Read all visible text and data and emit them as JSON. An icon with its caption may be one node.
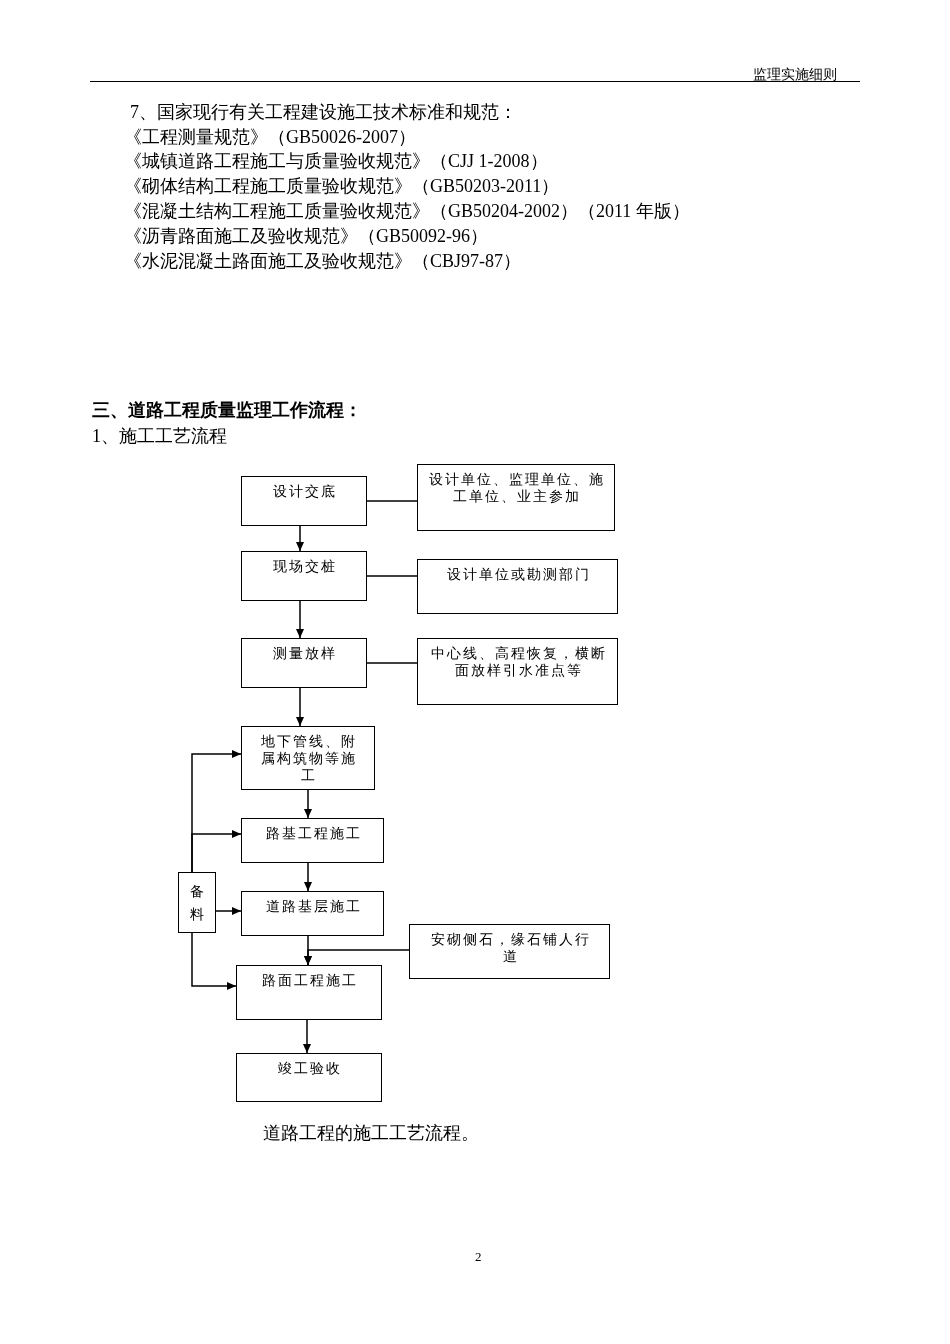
{
  "diagram": {
    "title": "三、道路工程质量监理工作流程：",
    "caption": "道路工程的施工工艺流程。",
    "nodes": [
      {
        "text": [
          "设计交底"
        ]
      },
      {
        "text": [
          "设计单位、监理单位、施工单位、业主参加"
        ]
      },
      {
        "text": [
          "现场交桩"
        ]
      },
      {
        "text": [
          "设计单位或勘测部门"
        ]
      },
      {
        "text": [
          "测量放样"
        ]
      },
      {
        "text": [
          "中心线、高程恢复，横断面放样引水准点等"
        ]
      },
      {
        "text": [
          "地下管线、附属构筑物等施工"
        ]
      },
      {
        "text": [
          "路基工程施工"
        ]
      },
      {
        "text": [
          "备料"
        ]
      },
      {
        "text": [
          "道路基层施工"
        ]
      },
      {
        "text": [
          "安砌侧石，缘石铺人行道"
        ]
      },
      {
        "text": [
          "路面工程施工"
        ]
      },
      {
        "text": [
          "竣工验收"
        ]
      }
    ],
    "edges": [
      {
        "from": 0,
        "to": 2,
        "arrow": "to"
      },
      {
        "from": 0,
        "to": 1,
        "arrow": "none"
      },
      {
        "from": 2,
        "to": 4,
        "arrow": "to"
      },
      {
        "from": 2,
        "to": 3,
        "arrow": "none"
      },
      {
        "from": 4,
        "to": 6,
        "arrow": "to"
      },
      {
        "from": 4,
        "to": 5,
        "arrow": "none"
      },
      {
        "from": 6,
        "to": 7,
        "arrow": "to"
      },
      {
        "from": 7,
        "to": 9,
        "arrow": "to"
      },
      {
        "from": 9,
        "to": 11,
        "arrow": "to"
      },
      {
        "from": 10,
        "to": 11,
        "arrow": "to"
      },
      {
        "from": 11,
        "to": 12,
        "arrow": "to"
      },
      {
        "from": 8,
        "to": 6,
        "arrow": "to"
      },
      {
        "from": 8,
        "to": 7,
        "arrow": "to"
      },
      {
        "from": 8,
        "to": 9,
        "arrow": "to"
      },
      {
        "from": 8,
        "to": 11,
        "arrow": "to"
      }
    ],
    "labels": [
      "监理实施细则",
      "7、国家现行有关工程建设施工技术标准和规范：",
      "《工程测量规范》（GB50026-2007）",
      "《城镇道路工程施工与质量验收规范》（CJJ 1-2008）",
      "《砌体结构工程施工质量验收规范》（GB50203-2011）",
      "《混凝土结构工程施工质量验收规范》（GB50204-2002）（2011 年版）",
      "《沥青路面施工及验收规范》（GB50092-96）",
      "《水泥混凝土路面施工及验收规范》（CBJ97-87）",
      "1、施工工艺流程",
      "2"
    ]
  }
}
